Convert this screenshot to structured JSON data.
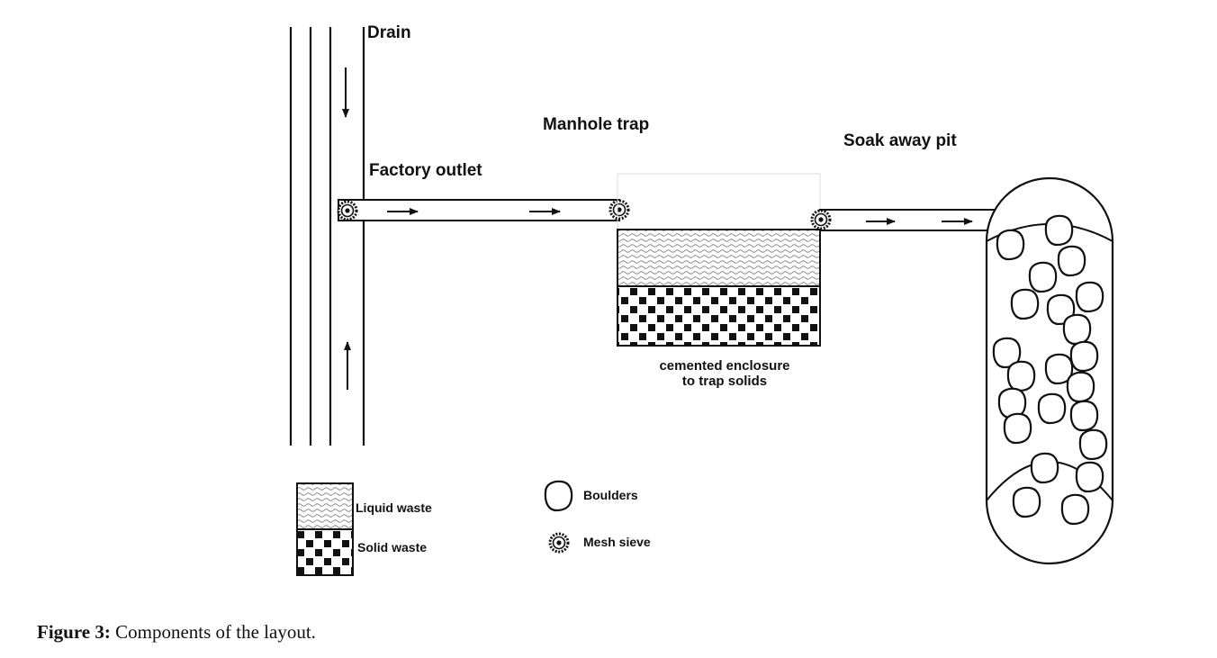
{
  "labels": {
    "drain": "Drain",
    "factory_outlet": "Factory outlet",
    "manhole_trap": "Manhole trap",
    "soak_away_pit": "Soak away pit",
    "enclosure_line1": "cemented enclosure",
    "enclosure_line2": "to trap solids"
  },
  "legend": {
    "liquid_waste": "Liquid waste",
    "solid_waste": "Solid waste",
    "boulders": "Boulders",
    "mesh_sieve": "Mesh sieve"
  },
  "caption": {
    "label": "Figure 3:",
    "text": " Components of the layout."
  },
  "colors": {
    "ink": "#111111",
    "background": "#ffffff"
  }
}
